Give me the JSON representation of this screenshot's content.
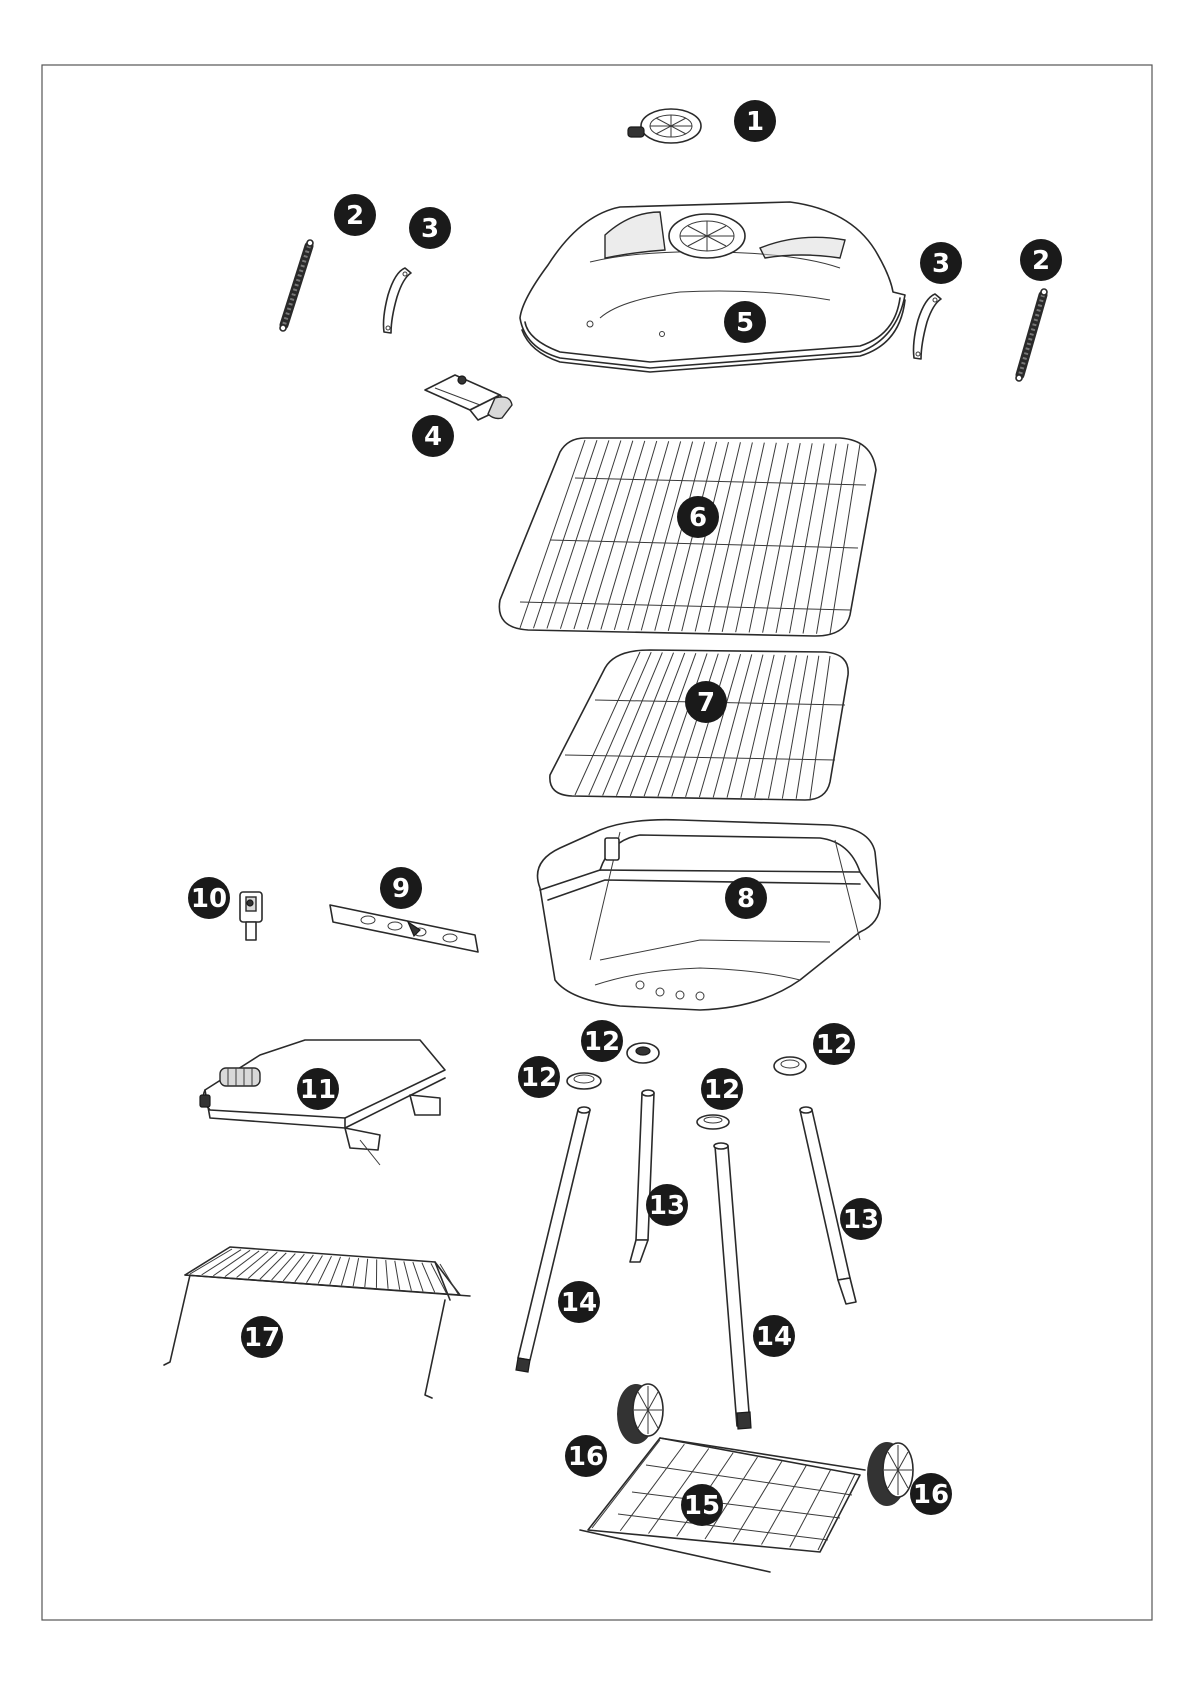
{
  "labels": {
    "p1": "1",
    "p2a": "2",
    "p2b": "2",
    "p3a": "3",
    "p3b": "3",
    "p4": "4",
    "p5": "5",
    "p6": "6",
    "p7": "7",
    "p8": "8",
    "p9": "9",
    "p10": "10",
    "p11": "11",
    "p12a": "12",
    "p12b": "12",
    "p12c": "12",
    "p12d": "12",
    "p13a": "13",
    "p13b": "13",
    "p14a": "14",
    "p14b": "14",
    "p15": "15",
    "p16a": "16",
    "p16b": "16",
    "p17": "17"
  },
  "colors": {
    "badge": "#1a1a1a",
    "line": "#2a2a2a",
    "background": "#ffffff"
  }
}
